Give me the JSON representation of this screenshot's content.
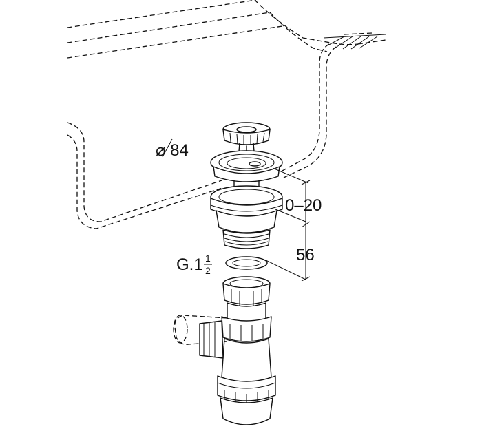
{
  "labels": {
    "diameter": "⌀ 84",
    "adjust_range": "0–20",
    "height": "56",
    "thread_prefix": "G.1",
    "thread_num": "1",
    "thread_den": "2"
  },
  "colors": {
    "line": "#111111",
    "background": "#ffffff"
  }
}
